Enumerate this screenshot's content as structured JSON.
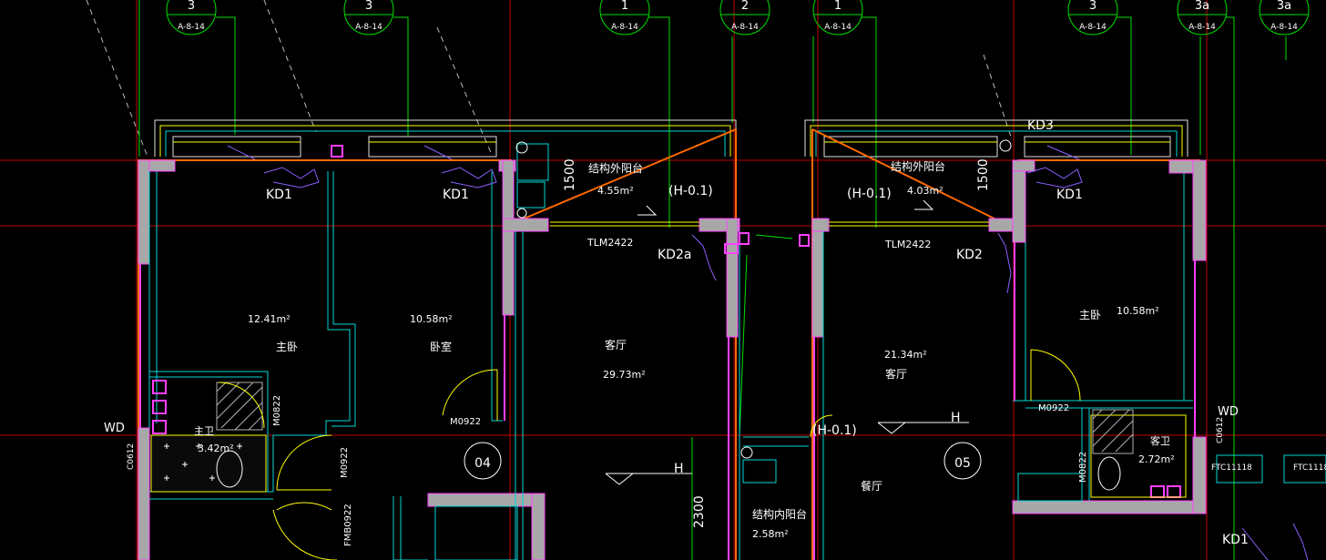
{
  "colors": {
    "background": "#000000",
    "axis_red": "#c00000",
    "grid_green": "#00ff00",
    "wall_cyan": "#00d8d8",
    "wall_magenta": "#ff40ff",
    "wall_fill": "#a0a0a0",
    "orange": "#ff6a00",
    "yellow": "#ffff00",
    "purple": "#8c60ff",
    "white": "#ffffff"
  },
  "axis_bubbles": [
    {
      "num": "3",
      "ref": "A-8-14"
    },
    {
      "num": "3",
      "ref": "A-8-14"
    },
    {
      "num": "1",
      "ref": "A-8-14"
    },
    {
      "num": "2",
      "ref": "A-8-14"
    },
    {
      "num": "1",
      "ref": "A-8-14"
    },
    {
      "num": "3",
      "ref": "A-8-14"
    },
    {
      "num": "3a",
      "ref": "A-8-14"
    },
    {
      "num": "3a",
      "ref": "A-8-14"
    }
  ],
  "rooms": {
    "master_left": {
      "name": "主卧",
      "area": "12.41m²"
    },
    "bedroom": {
      "name": "卧室",
      "area": "10.58m²"
    },
    "living_left": {
      "name": "客厅",
      "area": "29.73m²"
    },
    "bath_left": {
      "name": "主卫",
      "area": "3.42m²"
    },
    "balcony_left": {
      "name": "结构外阳台",
      "area": "4.55m²"
    },
    "balcony_right": {
      "name": "结构外阳台",
      "area": "4.03m²"
    },
    "living_right": {
      "name": "客厅",
      "area": "21.34m²"
    },
    "dining_right": {
      "name": "餐厅"
    },
    "master_right": {
      "name": "主卧",
      "area": "10.58m²"
    },
    "bath_right": {
      "name": "客卫",
      "area": "2.72m²"
    },
    "inner_balcony": {
      "name": "结构内阳台",
      "area": "2.58m²"
    }
  },
  "tags": {
    "kd1_a": "KD1",
    "kd1_b": "KD1",
    "kd1_c": "KD1",
    "kd1_d": "KD1",
    "kd2a": "KD2a",
    "kd2": "KD2",
    "kd3": "KD3",
    "wd_left": "WD",
    "wd_right": "WD",
    "h01_a": "(H-0.1)",
    "h01_b": "(H-0.1)",
    "h01_c": "(H-0.1)",
    "h_a": "H",
    "h_b": "H",
    "tlm_a": "TLM2422",
    "tlm_b": "TLM2422",
    "m0822_a": "M0822",
    "m0822_b": "M0822",
    "m0922_a": "M0922",
    "m0922_b": "M0922",
    "m0922_c": "M0922",
    "fm": "FMB0922",
    "c0612_a": "C0612",
    "c0612_b": "C0612",
    "ftc_a": "FTC11118",
    "ftc_b": "FTC1118",
    "dim_1500_a": "1500",
    "dim_1500_b": "1500",
    "dim_2300": "2300",
    "unit_04": "04",
    "unit_05": "05"
  }
}
